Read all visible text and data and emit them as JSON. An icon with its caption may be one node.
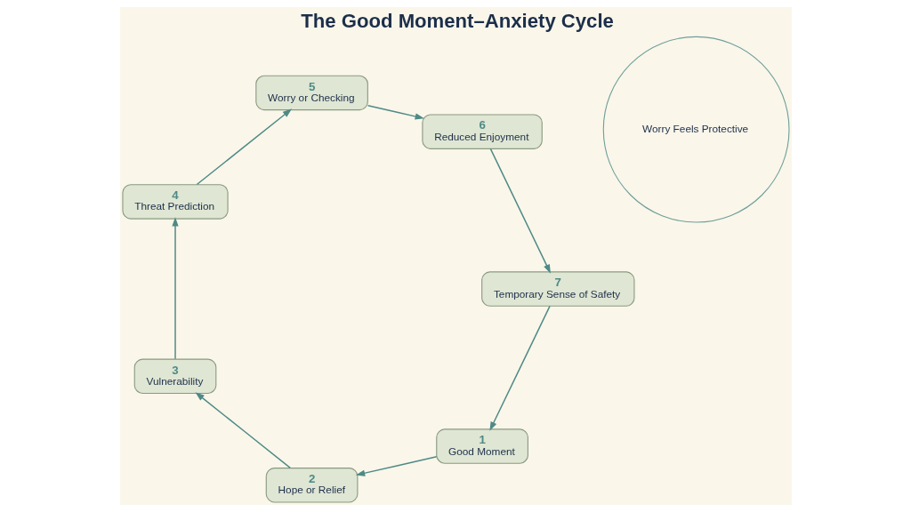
{
  "diagram": {
    "title": "The Good Moment–Anxiety Cycle",
    "nodes": [
      {
        "text": [
          "1",
          "Good Moment"
        ]
      },
      {
        "text": [
          "2",
          "Hope or Relief"
        ]
      },
      {
        "text": [
          "3",
          "Vulnerability"
        ]
      },
      {
        "text": [
          "4",
          "Threat Prediction"
        ]
      },
      {
        "text": [
          "5",
          "Worry or Checking"
        ]
      },
      {
        "text": [
          "6",
          "Reduced Enjoyment"
        ]
      },
      {
        "text": [
          "7",
          "Temporary Sense of Safety"
        ]
      },
      {
        "text": [
          "Worry Feels Protective"
        ]
      }
    ],
    "edges": [
      {
        "from": 0,
        "to": 1,
        "arrow": "to"
      },
      {
        "from": 1,
        "to": 2,
        "arrow": "to"
      },
      {
        "from": 2,
        "to": 3,
        "arrow": "to"
      },
      {
        "from": 3,
        "to": 4,
        "arrow": "to"
      },
      {
        "from": 4,
        "to": 5,
        "arrow": "to"
      },
      {
        "from": 5,
        "to": 6,
        "arrow": "to"
      },
      {
        "from": 6,
        "to": 0,
        "arrow": "to"
      }
    ]
  }
}
